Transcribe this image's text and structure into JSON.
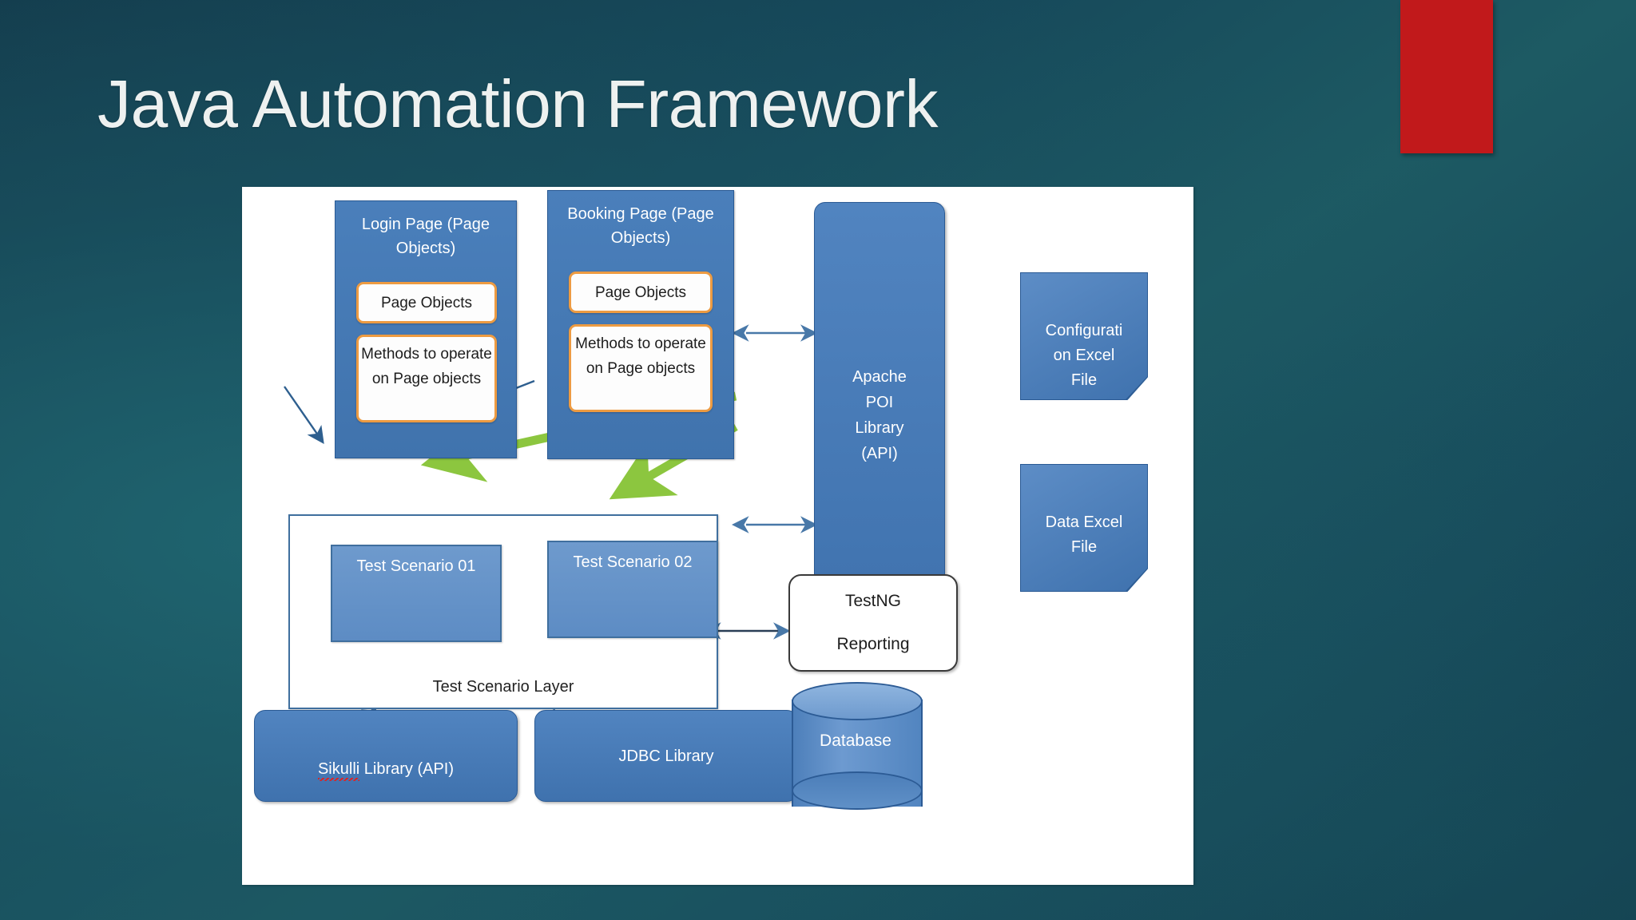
{
  "slide": {
    "title": "Java Automation Framework",
    "accent_color": "#c1191b",
    "background_colors": [
      "#133a4b",
      "#1d5a63",
      "#16485a"
    ],
    "canvas_color": "#ffffff"
  },
  "diagram": {
    "page_object_boxes": [
      {
        "header": "Login Page (Page Objects)",
        "inner": [
          {
            "label": "Page Objects"
          },
          {
            "label": "Methods to operate on Page objects",
            "clipped": true
          }
        ]
      },
      {
        "header": "Booking Page (Page Objects)",
        "inner": [
          {
            "label": "Page Objects"
          },
          {
            "label": "Methods to operate on Page objects",
            "clipped": true
          }
        ]
      }
    ],
    "apache_poi": {
      "label": "Apache\nPOI\nLibrary\n(API)"
    },
    "files": [
      {
        "label": "Configurati\non Excel\nFile"
      },
      {
        "label": "Data Excel\nFile"
      }
    ],
    "test_scenario_layer": {
      "caption": "Test Scenario Layer",
      "scenarios": [
        {
          "label": "Test Scenario 01"
        },
        {
          "label": "Test Scenario 02"
        }
      ]
    },
    "testng": {
      "line1": "TestNG",
      "line2": "Reporting"
    },
    "libraries": [
      {
        "label_prefix": "Sikulli",
        "label_rest": " Library (API)",
        "misspelled": true
      },
      {
        "label": "JDBC Library"
      }
    ],
    "database": {
      "label": "Database"
    },
    "arrow_colors": {
      "navy": "#2e5f8f",
      "red": "#d81f26",
      "green": "#8cc63f",
      "steel": "#4878a8"
    }
  }
}
